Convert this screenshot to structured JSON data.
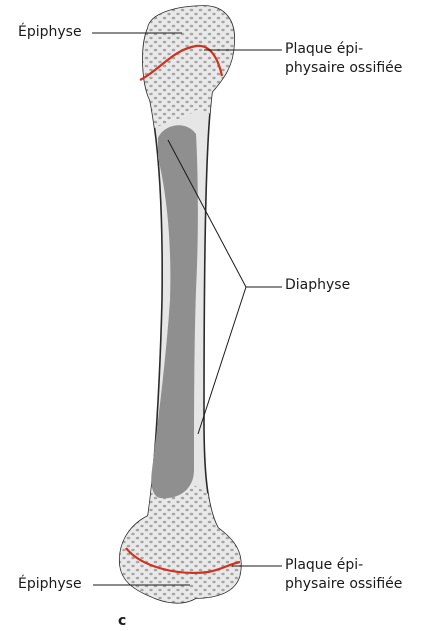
{
  "figure": {
    "panel_letter": "c",
    "labels": {
      "epiphyse_top": "Épiphyse",
      "plaque_top_line1": "Plaque épi-",
      "plaque_top_line2": "physaire ossifiée",
      "diaphyse": "Diaphyse",
      "plaque_bottom_line1": "Plaque épi-",
      "plaque_bottom_line2": "physaire ossifiée",
      "epiphyse_bottom": "Épiphyse"
    },
    "colors": {
      "bone_fill": "#e6e6e6",
      "bone_outline": "#2b2b2b",
      "marrow": "#8f8f8f",
      "spongy_dots": "#9c9c9c",
      "growth_plate": "#d0321e",
      "leader_line": "#1a1a1a"
    }
  }
}
